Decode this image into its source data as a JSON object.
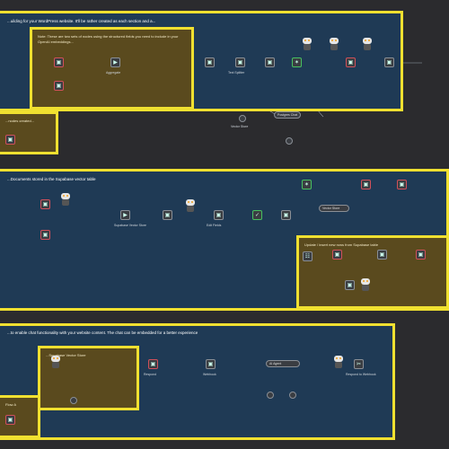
{
  "panels": {
    "top": {
      "title": "...uilding for your WordPress website. It'll be rather created as each section and a..."
    },
    "middle": {
      "title": "...Documents stored in the Supabase vector table"
    },
    "bottom": {
      "title": "...to enable chat functionality with your website content. The chat can be embedded for a better experience"
    }
  },
  "notes": {
    "top_inner": {
      "text": "Note: These are two sets of nodes using the structured fields you need to include in your OpenAI embeddings..."
    },
    "top_left": {
      "text": "...nodes created..."
    },
    "middle_right": {
      "text": "Update / insert new rows from Supabase table"
    },
    "bottom_inner": {
      "text": "...Supabase Vector Store"
    },
    "bottom_left": {
      "text": "Flow A"
    }
  },
  "labels": {
    "t1": "Aggregate",
    "t2": "Text Splitter",
    "t3": "Postgres Chat",
    "t4": "Vector Store",
    "m1": "Supabase Vector Store",
    "m2": "Edit Fields",
    "m3": "Vector Store",
    "b1": "Respond",
    "b2": "Webhook",
    "b3": "AI Agent",
    "b4": "Respond to Webhook"
  },
  "icons": {
    "node_default": "▣",
    "node_play": "▶",
    "node_split": "✂",
    "node_check": "✓",
    "node_merge": "✶",
    "node_db": "☷"
  }
}
